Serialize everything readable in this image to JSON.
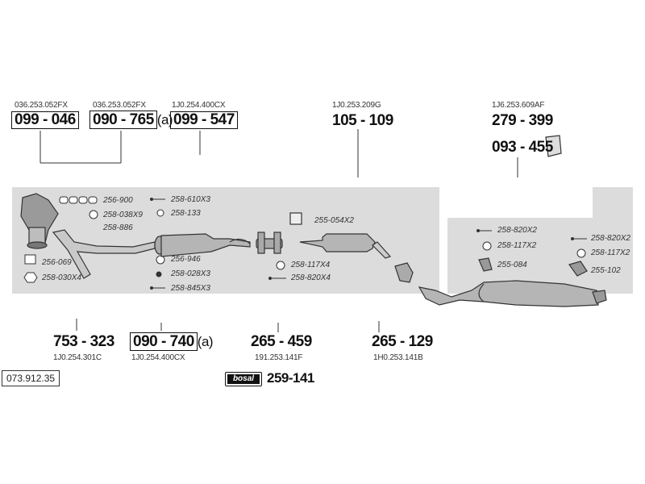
{
  "oem_top": {
    "a": "036.253.052FX",
    "b": "036.253.052FX",
    "c": "1J0.254.400CX",
    "d": "1J0.253.209G",
    "e": "1J6.253.609AF"
  },
  "top_parts": {
    "p1": "099 - 046",
    "p2": "090 - 765",
    "p2_suffix": "(a)",
    "p3": "099 - 547",
    "p4": "105 - 109",
    "p5": "279 - 399",
    "p6": "093 - 455"
  },
  "small_parts": {
    "s1": "256-900",
    "s2": "258-038X9",
    "s3": "258-886",
    "s4": "256-069",
    "s5": "258-030X4",
    "s6": "258-610X3",
    "s7": "258-133",
    "s8": "256-946",
    "s9": "258-028X3",
    "s10": "258-845X3",
    "s11": "255-054X2",
    "s12": "258-117X4",
    "s13": "258-820X4",
    "s14": "258-820X2",
    "s15": "258-117X2",
    "s16": "255-084",
    "s17": "258-820X2",
    "s18": "258-117X2",
    "s19": "255-102"
  },
  "bottom_parts": {
    "b1": "753 - 323",
    "b2": "090 - 740",
    "b2_suffix": "(a)",
    "b3": "265 - 459",
    "b4": "265 - 129",
    "b5": "259-141",
    "brand_label": "bosal"
  },
  "oem_bottom": {
    "a": "1J0.254.301C",
    "b": "1J0.254.400CX",
    "c": "191.253.141F",
    "d": "1H0.253.141B"
  },
  "reference": "073.912.35"
}
